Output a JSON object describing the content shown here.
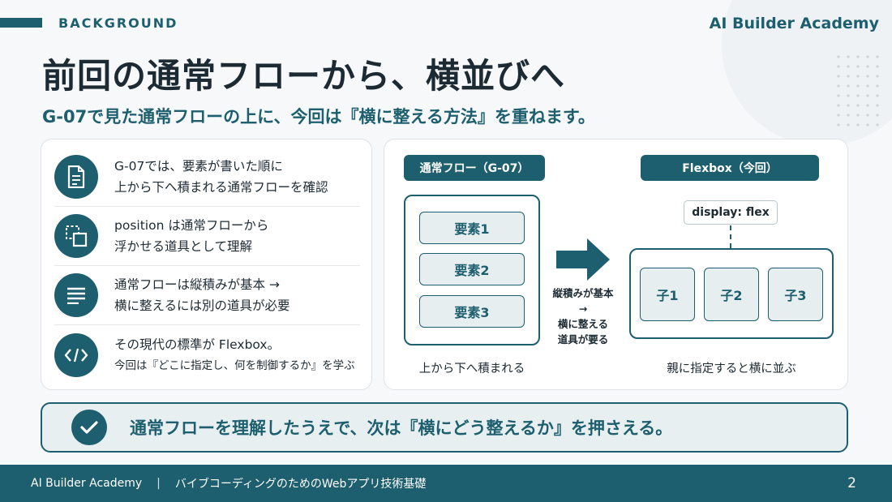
{
  "header": {
    "section_label": "BACKGROUND",
    "brand": "AI Builder Academy",
    "title": "前回の通常フローから、横並びへ",
    "subtitle": "G-07で見た通常フローの上に、今回は『横に整える方法』を重ねます。"
  },
  "left_list": {
    "items": [
      {
        "icon": "document-icon",
        "line1": "G-07では、要素が書いた順に",
        "line2": "上から下へ積まれる通常フローを確認"
      },
      {
        "icon": "position-box-icon",
        "line1": "position は通常フローから",
        "line2": "浮かせる道具として理解"
      },
      {
        "icon": "lines-icon",
        "line1": "通常フローは縦積みが基本 →",
        "line2": "横に整えるには別の道具が必要"
      },
      {
        "icon": "code-icon",
        "line1": "その現代の標準が Flexbox。",
        "line2": "今回は『どこに指定し、何を制御するか』を学ぶ"
      }
    ]
  },
  "diagram": {
    "normal_flow": {
      "label": "通常フロー（G-07）",
      "elements": [
        "要素1",
        "要素2",
        "要素3"
      ],
      "caption": "上から下へ積まれる"
    },
    "middle": {
      "line1": "縦積みが基本",
      "arrow": "→",
      "line2": "横に整える",
      "line3": "道具が要る"
    },
    "flexbox": {
      "label": "Flexbox（今回）",
      "tag": "display: flex",
      "children": [
        "子1",
        "子2",
        "子3"
      ],
      "caption": "親に指定すると横に並ぶ"
    }
  },
  "summary": {
    "text": "通常フローを理解したうえで、次は『横にどう整えるか』を押さえる。"
  },
  "footer": {
    "brand": "AI Builder Academy",
    "separator": "|",
    "course": "バイブコーディングのためのWebアプリ技術基礎",
    "page": "2"
  },
  "colors": {
    "primary": "#1d5f6e",
    "background": "#f6f8f9",
    "light_fill": "#e6eef0"
  }
}
